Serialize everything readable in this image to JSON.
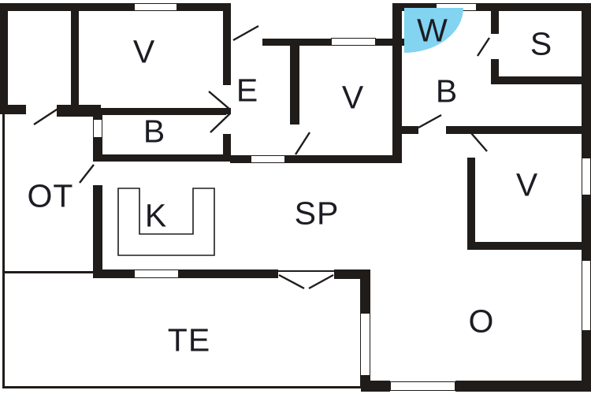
{
  "plan": {
    "type": "floor-plan",
    "rooms": [
      {
        "id": "v-top-left",
        "label": "V"
      },
      {
        "id": "entry",
        "label": "E"
      },
      {
        "id": "b-top-left",
        "label": "B"
      },
      {
        "id": "v-middle",
        "label": "V"
      },
      {
        "id": "wc",
        "label": "W",
        "highlighted": true
      },
      {
        "id": "s-room",
        "label": "S"
      },
      {
        "id": "b-right",
        "label": "B"
      },
      {
        "id": "v-right",
        "label": "V"
      },
      {
        "id": "open-terrace",
        "label": "OT"
      },
      {
        "id": "kitchen",
        "label": "K"
      },
      {
        "id": "living",
        "label": "SP"
      },
      {
        "id": "terrace",
        "label": "TE"
      },
      {
        "id": "o-room",
        "label": "O"
      }
    ],
    "colors": {
      "wall": "#201c19",
      "door_swing_highlight": "#82d4f0",
      "background": "#ffffff",
      "label": "#1c1c24"
    }
  }
}
